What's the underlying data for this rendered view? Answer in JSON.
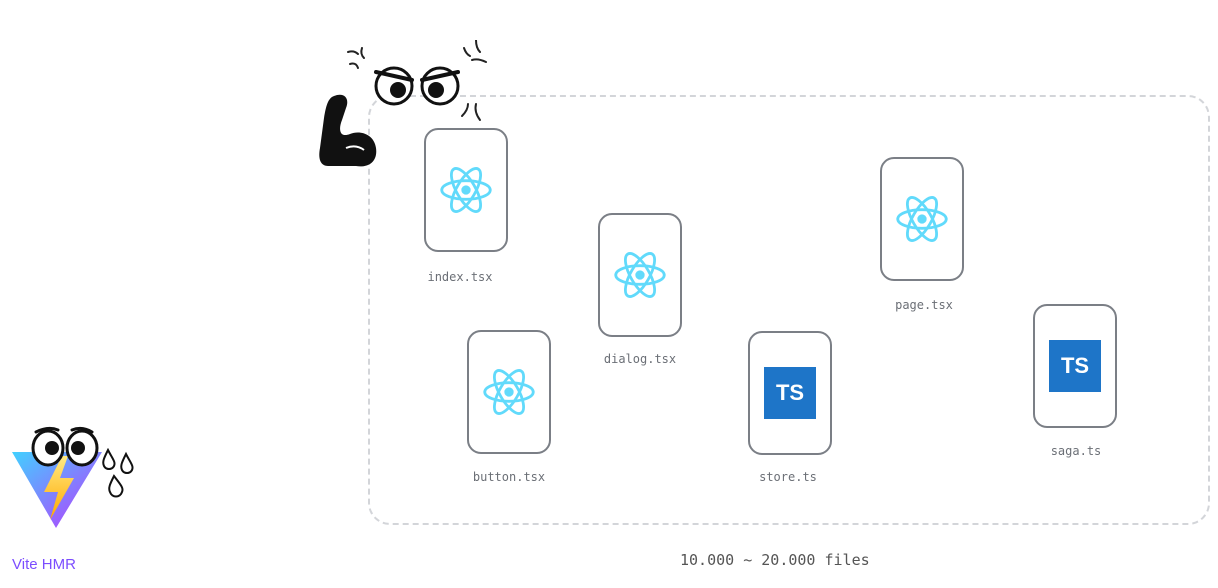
{
  "files": [
    {
      "name": "index.tsx",
      "kind": "react"
    },
    {
      "name": "dialog.tsx",
      "kind": "react"
    },
    {
      "name": "page.tsx",
      "kind": "react"
    },
    {
      "name": "button.tsx",
      "kind": "react"
    },
    {
      "name": "store.ts",
      "kind": "typescript"
    },
    {
      "name": "saga.ts",
      "kind": "typescript"
    }
  ],
  "ts_badge_text": "TS",
  "caption": "10.000 ~ 20.000 files",
  "vite_label": "Vite HMR",
  "colors": {
    "react": "#61dafb",
    "typescript": "#1e75c8",
    "vite_label": "#7c4dff",
    "frame_border": "#d3d5d9",
    "card_border": "#7b7f86"
  },
  "icons": [
    "flexed-biceps-icon",
    "angry-eyes-icon",
    "anger-mark-icon",
    "vite-logo-icon",
    "worried-eyes-icon",
    "sweat-drops-icon",
    "react-logo-icon",
    "typescript-logo-icon"
  ]
}
